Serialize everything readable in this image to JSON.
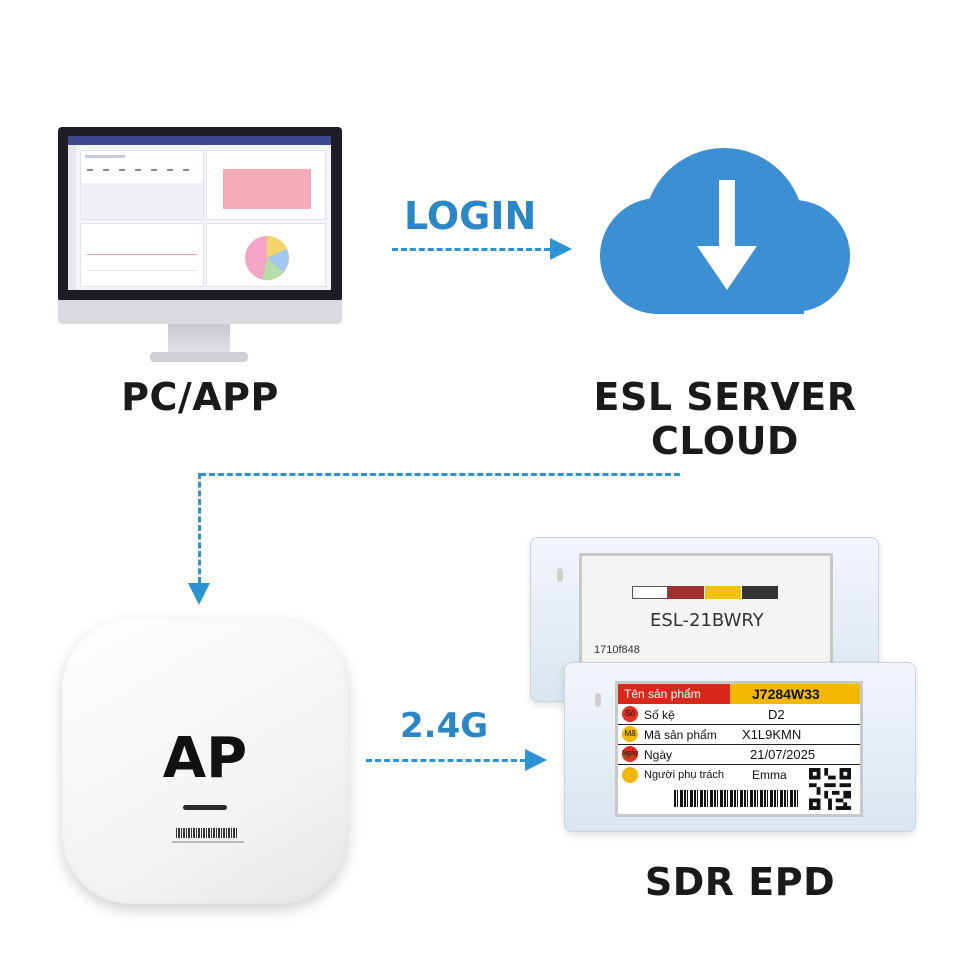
{
  "nodes": {
    "pc": {
      "label": "PC/APP"
    },
    "cloud": {
      "label": "ESL SERVER CLOUD"
    },
    "ap": {
      "label": "AP",
      "device_text": "AP"
    },
    "epd": {
      "label": "SDR EPD"
    }
  },
  "links": {
    "login": {
      "label": "LOGIN"
    },
    "wireless": {
      "label": "2.4G"
    }
  },
  "esl_back": {
    "model": "ESL-21BWRY",
    "id": "1710f848",
    "swatch_colors": [
      "#ffffff",
      "#a23030",
      "#f2c200",
      "#333333"
    ]
  },
  "esl_front": {
    "header_label": "Tên sản phẩm",
    "header_value": "J7284W33",
    "rows": [
      {
        "badge": "Số",
        "label": "Số kệ",
        "value": "D2",
        "color": "#e03020"
      },
      {
        "badge": "Mã",
        "label": "Mã sản phẩm",
        "value": "X1L9KMN",
        "color": "#f2b800"
      },
      {
        "badge": "Ngày",
        "label": "Ngày",
        "value": "21/07/2025",
        "color": "#e03020"
      },
      {
        "badge": "",
        "label": "Người phụ trách",
        "value": "Emma",
        "color": "#f2b800"
      }
    ]
  },
  "colors": {
    "arrow": "#2b93d1",
    "link_label": "#2b86c5",
    "cloud": "#3b8fd2",
    "tag_header_red": "#d8281c",
    "tag_header_yellow": "#f2b800"
  }
}
